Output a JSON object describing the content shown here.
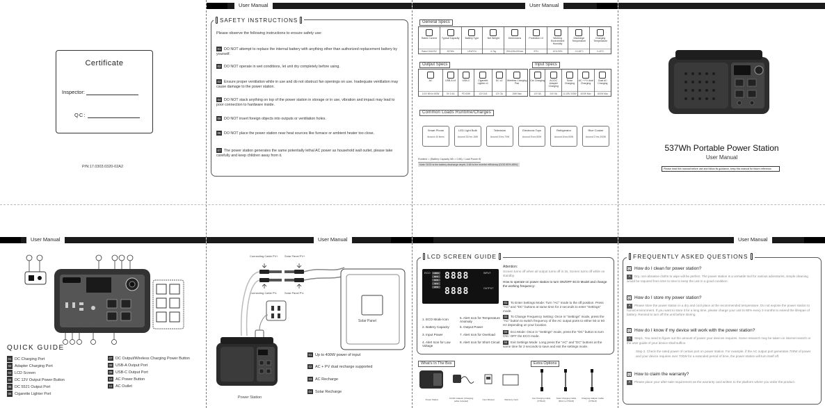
{
  "header_label": "User Manual",
  "certificate": {
    "title": "Certificate",
    "inspector": "Inspector:",
    "qc": "QC:",
    "pn": "P/N:17.0303.0320-02A2"
  },
  "safety": {
    "title": "SAFETY INSTRUCTIONS",
    "intro": "Please observe the following instructions to ensure safety use:",
    "items": [
      {
        "n": "01",
        "text": "DO NOT attempt to replace the internal battery with anything other than authorized replacement battery by yourself."
      },
      {
        "n": "02",
        "text": "DO NOT operate in wet conditions, let unit dry completely before using."
      },
      {
        "n": "03",
        "text": "Ensure proper ventilation while in use and do not obstruct fan openings on use. Inadequate ventilation may cause damage to the power station."
      },
      {
        "n": "04",
        "text": "DO NOT stack anything on top of the power station in storage or in use, vibration and impact may lead to poor connection to hardware inside."
      },
      {
        "n": "05",
        "text": "DO NOT insert foreign objects into outputs or ventilation holes."
      },
      {
        "n": "06",
        "text": "DO NOT place the power station near heat sources like furnace or ambient heater too close."
      },
      {
        "n": "07",
        "text": "The power station generates the same potentially lethal AC power as household wall outlet, please take carefully and keep children away from it."
      }
    ]
  },
  "specs": {
    "general_title": "General Specs",
    "general": [
      {
        "name": "Rated Current",
        "value": "Rated 10A/23V"
      },
      {
        "name": "Typical Capacity",
        "value": "537Wh"
      },
      {
        "name": "Battery Type",
        "value": "LiFePO4"
      },
      {
        "name": "Net Weight",
        "value": "6.7kg"
      },
      {
        "name": "Dimensions",
        "value": "290x195x190mm"
      },
      {
        "name": "Protection LV",
        "value": "IP21"
      },
      {
        "name": "Working Environment Humidity",
        "value": "10%-90%"
      },
      {
        "name": "Discharge Temperature",
        "value": "-10-45°C"
      },
      {
        "name": "Charging Temperature",
        "value": "0-40°C"
      }
    ],
    "output_title": "Output Specs",
    "output": [
      {
        "name": "AC",
        "value": "110V 60Hz 400W"
      },
      {
        "name": "USB-A x4",
        "value": "5V 2.4A"
      },
      {
        "name": "USB-C",
        "value": "PD 60W"
      },
      {
        "name": "Cigarette Lighter x1",
        "value": "12V 10A"
      },
      {
        "name": "DC x2",
        "value": "12V 3A"
      },
      {
        "name": "Wireless Charging Pad",
        "value": "15W Max"
      }
    ],
    "input_title": "Input Specs",
    "input": [
      {
        "name": "Car Charging",
        "value": "12V 8A"
      },
      {
        "name": "AC/DC Adapter Charging",
        "value": "24V 5A"
      },
      {
        "name": "Solar Charging",
        "value": "12-28V 200W"
      },
      {
        "name": "AC + PV dual Charging",
        "value": "400W Max"
      },
      {
        "name": "Dual AC Charging",
        "value": "400W Max"
      }
    ],
    "loads_title": "Common Loads Runtime/Charges",
    "loads": [
      {
        "name": "Smart Phone",
        "value": "Around 40 times"
      },
      {
        "name": "LED Light Bulb",
        "value": "Around 30 hrs 15W"
      },
      {
        "name": "Television",
        "value": "Around 5 hrs 70W"
      },
      {
        "name": "Electronic Toys",
        "value": "Around 5 hrs 80W"
      },
      {
        "name": "Refrigerator",
        "value": "Around 8 hrs 60W"
      },
      {
        "name": "Rice Cooker",
        "value": "Around 2 hrs 200W"
      }
    ],
    "note1": "Runtime = (Battery Capacity Wh × 0.85) / Load Power W",
    "note2": "Note: DOD is the battery discharge depth, 0.85 is the inverter efficiency (DOD 80%-85%)."
  },
  "cover": {
    "title": "537Wh Portable Power Station",
    "subtitle": "User Manual",
    "note": "Please read this manual before use and follow its guidance, keep this manual for future reference."
  },
  "quick": {
    "title": "QUICK GUIDE",
    "left": [
      {
        "n": "01",
        "text": "DC Charging Port"
      },
      {
        "n": "02",
        "text": "Adapter Charging Port"
      },
      {
        "n": "03",
        "text": "LCD Screen"
      },
      {
        "n": "04",
        "text": "DC 12V Output Power Button"
      },
      {
        "n": "05",
        "text": "DC 5521 Output Port"
      },
      {
        "n": "06",
        "text": "Cigarette Lighter Port"
      }
    ],
    "right": [
      {
        "n": "07",
        "text": "DC Output/Wireless Charging Power Button"
      },
      {
        "n": "08",
        "text": "USB-A Output Port"
      },
      {
        "n": "09",
        "text": "USB-C Output Port"
      },
      {
        "n": "10",
        "text": "AC Power Button"
      },
      {
        "n": "11",
        "text": "AC Outlet"
      }
    ]
  },
  "charging": {
    "connecting_cable_pos": "Connecting Cable PV+",
    "connecting_cable_neg": "Connecting Cable PV-",
    "solar_panel_pos": "Solar Panel PV+",
    "solar_panel_neg": "Solar Panel PV-",
    "solar_panel": "Solar Panel",
    "power_station": "Power Station",
    "items": [
      {
        "n": "01",
        "text": "Up to 400W power of input"
      },
      {
        "n": "02",
        "text": "AC + PV dual recharge supported"
      },
      {
        "n": "03",
        "text": "AC Recharge"
      },
      {
        "n": "04",
        "text": "Solar Recharge"
      }
    ]
  },
  "lcd": {
    "title": "LCD SCREEN GUIDE",
    "eco": "ECO",
    "input": "INPUT",
    "output": "OUTPUT",
    "percents": [
      "100%",
      "80%",
      "60%",
      "40%",
      "20%"
    ],
    "digits_top": "8888",
    "digits_bottom": "8888",
    "attention_title": "Attention:",
    "attention_text": "Screen turns off when all output turns off in 2s, Screen turns off while on standby.",
    "how_title": "How to operate on power station to turn ON/OFF ECO Model and change the working frequency:",
    "legend": [
      {
        "n": "1",
        "text": "ECO Mode Icon"
      },
      {
        "n": "2",
        "text": "Battery Capacity"
      },
      {
        "n": "3",
        "text": "Input Power"
      },
      {
        "n": "4",
        "text": "Alert Icon for Low Voltage"
      },
      {
        "n": "5",
        "text": "Alert Icon for Temperature Anomaly"
      },
      {
        "n": "6",
        "text": "Output Power"
      },
      {
        "n": "7",
        "text": "Alert Icon for Overload"
      },
      {
        "n": "8",
        "text": "Alert Icon for Short Circuit"
      }
    ],
    "steps": [
      {
        "n": "01",
        "text": "To Enter Settings Mode: Turn \"AC\" mode to the off position. Press \"AC\" and \"DC\" buttons at same time for 2 seconds to enter \"Settings\" mode."
      },
      {
        "n": "02",
        "text": "To Change Frequency Setting: Once in \"Settings\" mode, press the \"AC\" button to switch frequency of the AC output ports to either 50 or 60 Hz depending on your location."
      },
      {
        "n": "03",
        "text": "Eco Mode: Once in \"Settings\" mode, press the \"DC\" button to turn ON / OFF the ECO mode."
      },
      {
        "n": "04",
        "text": "Exit Settings Mode: Long press the \"AC\" and \"DC\" buttons at the same time for 2 seconds to save and exit the settings mode."
      }
    ],
    "box_title": "What's In The Box",
    "box_items": [
      "Power Station",
      "AC/DC Adapter (Charging cable included)",
      "User Manual",
      "Warranty Card"
    ],
    "extra_title": "Extra Options",
    "extra_items": [
      "Car Charging Cable (XT60-8)",
      "Solar Charging Cable (MC4 to XT60-8)",
      "Charging Adapter Cable (XT60-8)"
    ]
  },
  "faq": {
    "title": "FREQUENTLY ASKED QUESTIONS",
    "items": [
      {
        "q": "How do I clean for power station?",
        "a": "Dry, non-abrasive cloths to wipe will be perfect. The power station is a versatile tool for various adventures, simple cleaning would be required from time to time to keep the unit in a good condition."
      },
      {
        "q": "How do I store my power station?",
        "a": "Please store the power station in a dry and cool place at the recommended temperature. Do not expose the power station to humid environment. If you want to store it for a long time, please charge your unit to 80% every 3 months to extend the lifespan of battery. Remind to turn off the unit before storing."
      },
      {
        "q": "How do I know if my device will work with the power station?",
        "a": "Step1. You need to figure out the amount of power your devices requires. Some research may be taken on internet search or the user guide of your device shall suffice.",
        "a2": "Step 2. Check the rated power of certain port on power station. For example, if the AC output port generates 700W of power and your device requires over 700W for a extended period of time, the power station will turn itself off."
      },
      {
        "q": "How to claim the warranty?",
        "a": "Please place your after-sale requirement as the warranty card written to the platform where you order the product."
      }
    ]
  }
}
